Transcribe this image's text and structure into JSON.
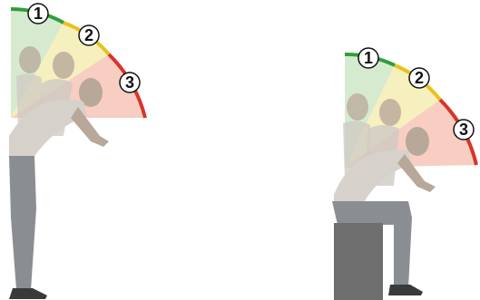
{
  "colors": {
    "zone_1": "#2e9e3a",
    "zone_2": "#e8c21c",
    "zone_3": "#d8342a",
    "zone_1_fill": "#cfe6c8",
    "zone_2_fill": "#f5ecb3",
    "zone_3_fill": "#f6c6b6",
    "skin": "#b8a89a",
    "shirt": "#cfcac4",
    "jeans": "#8a8e92",
    "stool": "#6e6e6e"
  },
  "standing": {
    "zones": [
      {
        "label": "1",
        "color_key": "zone_1"
      },
      {
        "label": "2",
        "color_key": "zone_2"
      },
      {
        "label": "3",
        "color_key": "zone_3"
      }
    ]
  },
  "sitting": {
    "zones": [
      {
        "label": "1",
        "color_key": "zone_1"
      },
      {
        "label": "2",
        "color_key": "zone_2"
      },
      {
        "label": "3",
        "color_key": "zone_3"
      }
    ]
  }
}
